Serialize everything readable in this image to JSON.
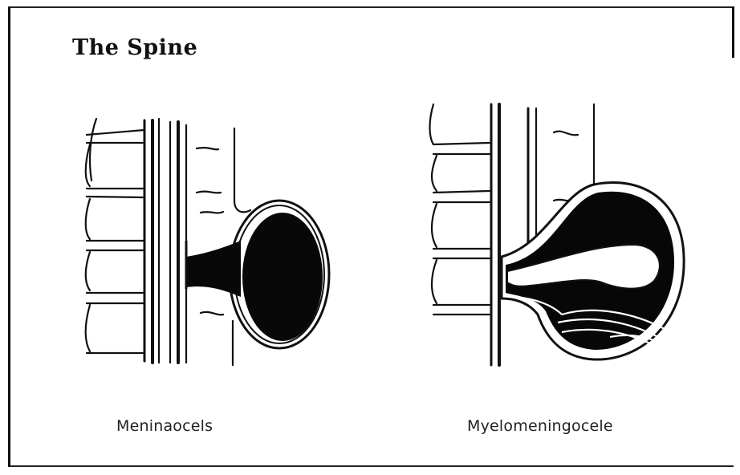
{
  "page": {
    "title": "The Spine"
  },
  "figures": [
    {
      "caption": "Meninaocels",
      "icon": "meningocele-illustration"
    },
    {
      "caption": "Myelomeningocele",
      "icon": "myelomeningocele-illustration"
    }
  ]
}
